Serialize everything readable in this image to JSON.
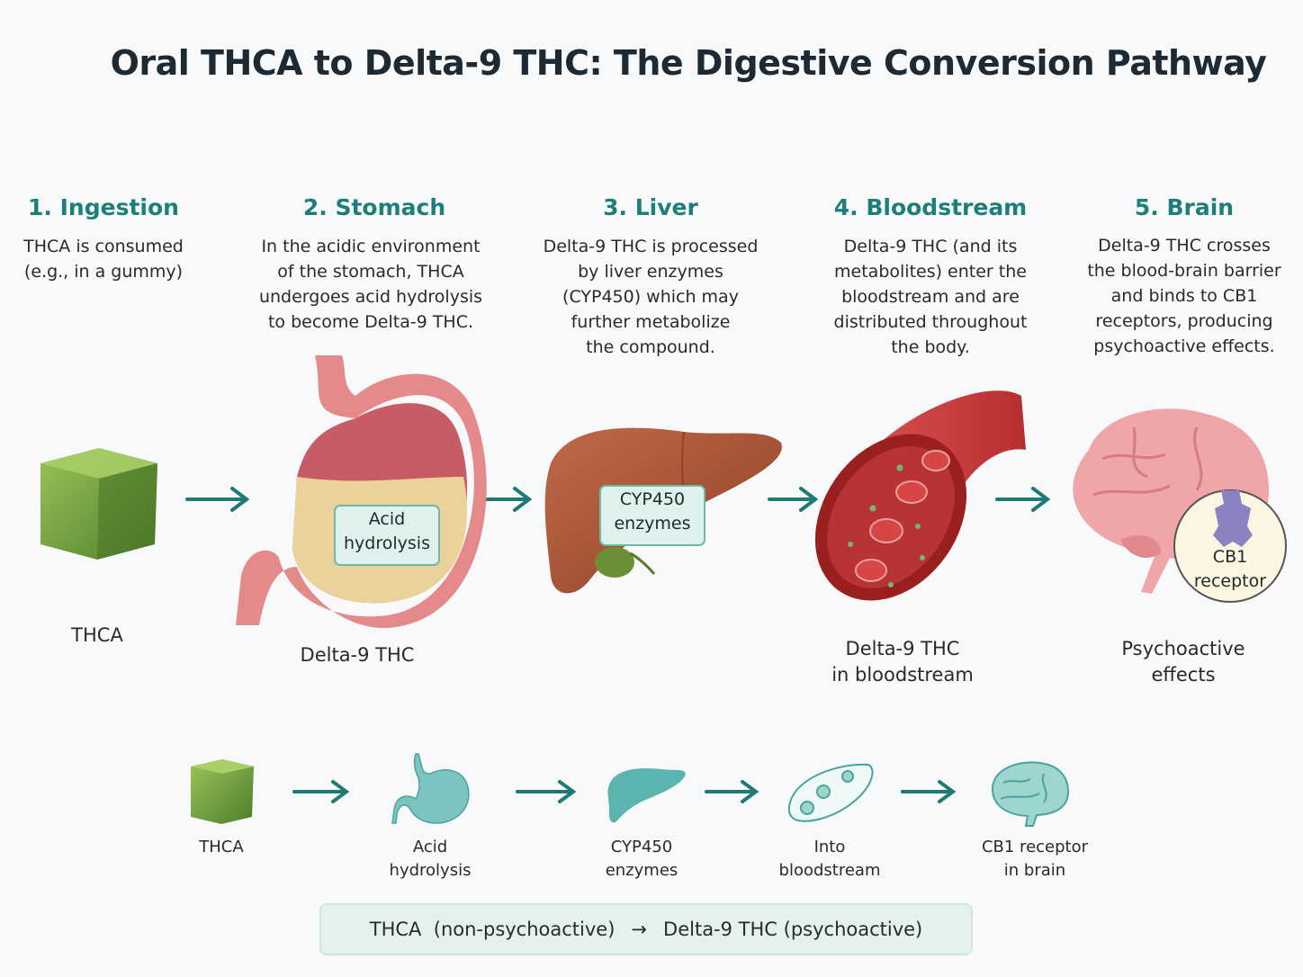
{
  "title": "Oral THCA to Delta-9 THC: The Digestive Conversion Pathway",
  "steps": [
    {
      "heading": "1. Ingestion",
      "desc": [
        "THCA is consumed",
        "(e.g., in a gummy)"
      ],
      "caption": [
        "THCA"
      ]
    },
    {
      "heading": "2. Stomach",
      "desc": [
        "In the acidic environment",
        "of the stomach, THCA",
        "undergoes acid hydrolysis",
        "to become Delta-9 THC."
      ],
      "caption": [
        "Delta-9 THC"
      ],
      "box": [
        "Acid",
        "hydrolysis"
      ]
    },
    {
      "heading": "3. Liver",
      "desc": [
        "Delta-9 THC is processed",
        "by liver enzymes",
        "(CYP450) which may",
        "further metabolize",
        "the compound."
      ],
      "box": [
        "CYP450",
        "enzymes"
      ]
    },
    {
      "heading": "4. Bloodstream",
      "desc": [
        "Delta-9 THC (and its",
        "metabolites) enter the",
        "bloodstream and are",
        "distributed throughout",
        "the body."
      ],
      "caption": [
        "Delta-9 THC",
        "in bloodstream"
      ]
    },
    {
      "heading": "5. Brain",
      "desc": [
        "Delta-9 THC crosses",
        "the blood-brain barrier",
        "and binds to CB1",
        "receptors, producing",
        "psychoactive effects."
      ],
      "caption": [
        "Psychoactive",
        "effects"
      ],
      "box": [
        "CB1",
        "receptor"
      ]
    }
  ],
  "summary_row": [
    {
      "label": [
        "THCA"
      ]
    },
    {
      "label": [
        "Acid",
        "hydrolysis"
      ]
    },
    {
      "label": [
        "CYP450",
        "enzymes"
      ]
    },
    {
      "label": [
        "Into",
        "bloodstream"
      ]
    },
    {
      "label": [
        "CB1 receptor",
        "in brain"
      ]
    }
  ],
  "summary_bar": {
    "left": "THCA  (non-psychoactive)",
    "arrow": "→",
    "right": "Delta-9 THC (psychoactive)"
  },
  "colors": {
    "accent": "#1e7f7a",
    "arrow": "#1f7a73",
    "gummy": "#6e9a3a",
    "stomach": "#e07b7b",
    "liver": "#a9553a",
    "blood": "#c83a3a",
    "brain": "#f0a5a8",
    "icon": "#5bb5ae"
  }
}
